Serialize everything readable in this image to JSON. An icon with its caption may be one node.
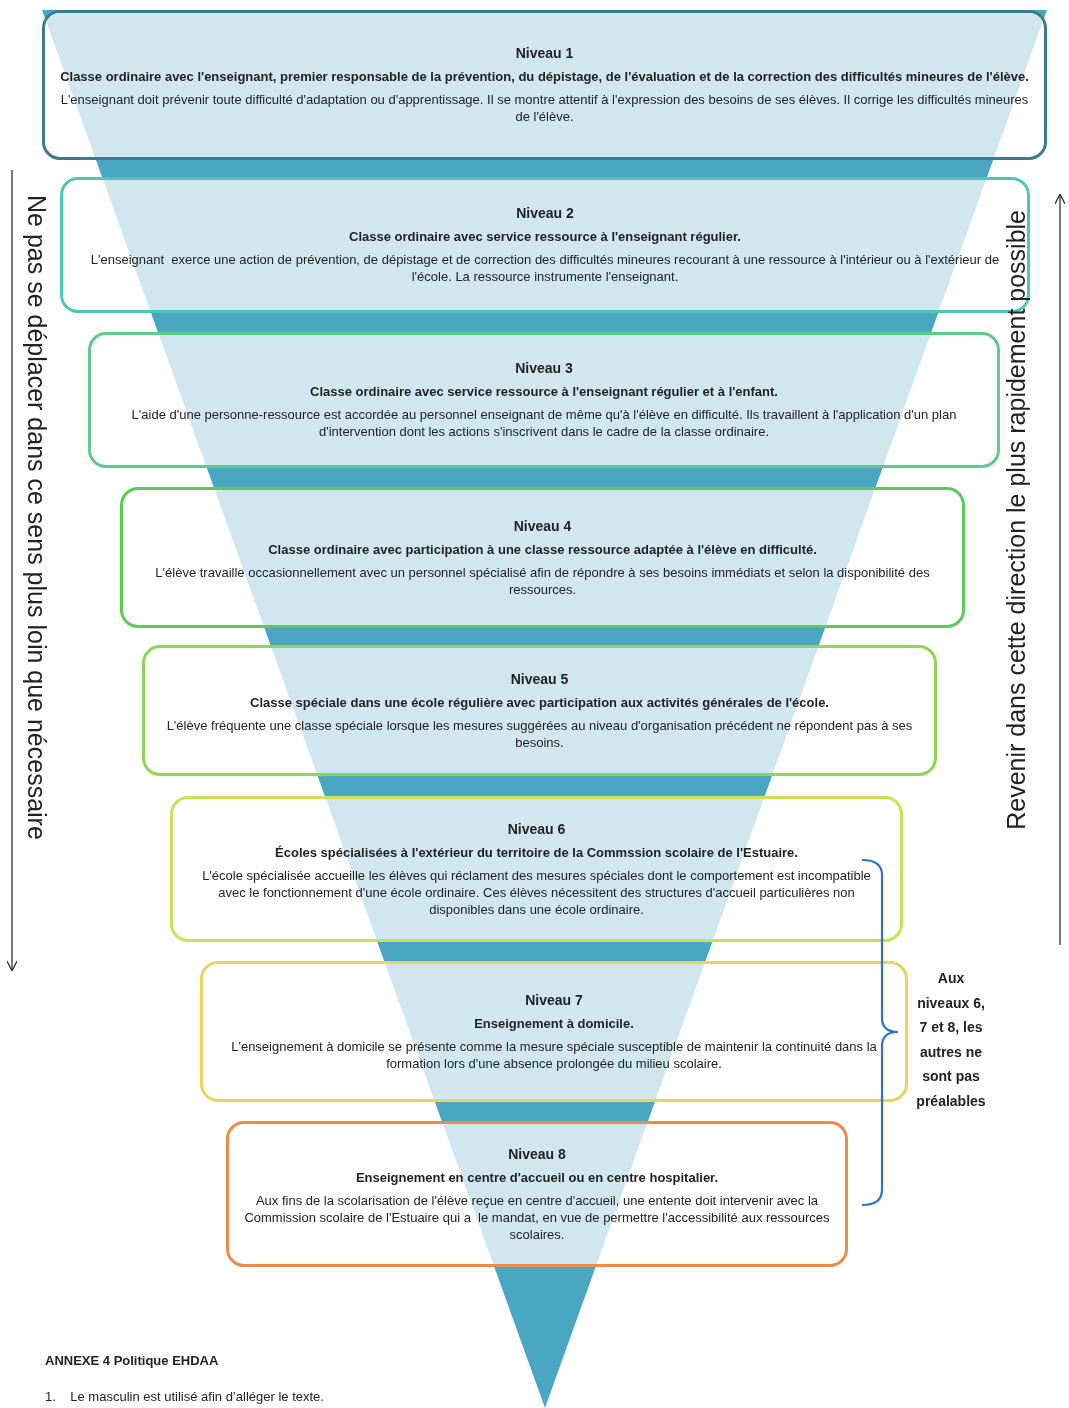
{
  "diagram": {
    "nodes": [
      {
        "text": [
          "Niveau 1",
          "Classe ordinaire avec l'enseignant, premier responsable de la prévention, du dépistage, de l'évaluation et de la correction des difficultés mineures de l'élève.",
          "L'enseignant doit prévenir toute difficulté d'adaptation ou d'apprentissage. Il se montre attentif à l'expression des besoins de ses élèves. Il corrige les difficultés mineures de l'élève."
        ]
      },
      {
        "text": [
          "Niveau 2",
          "Classe ordinaire avec service ressource à l'enseignant régulier.",
          "L'enseignant  exerce une action de prévention, de dépistage et de correction des difficultés mineures recourant à une ressource à l'intérieur ou à l'extérieur de l'école. La ressource instrumente l'enseignant."
        ]
      },
      {
        "text": [
          "Niveau 3",
          "Classe ordinaire avec service ressource à l'enseignant régulier et à l'enfant.",
          "L'aide d'une personne-ressource est accordée au personnel enseignant de même qu'à l'élève en difficulté. Ils travaillent à l'application d'un plan d'intervention dont les actions s'inscrivent dans le cadre de la classe ordinaire."
        ]
      },
      {
        "text": [
          "Niveau 4",
          "Classe ordinaire avec participation à une classe ressource adaptée à l'élève en difficulté.",
          "L'élève travaille occasionnellement avec un personnel spécialisé afin de répondre à ses besoins immédiats et selon la disponibilité des ressources."
        ]
      },
      {
        "text": [
          "Niveau 5",
          "Classe spéciale dans une école régulière avec participation aux activités générales de l'école.",
          "L'élève fréquente une classe spéciale lorsque les mesures suggérées au niveau d'organisation précédent ne répondent pas à ses besoins."
        ]
      },
      {
        "text": [
          "Niveau 6",
          "Écoles spécialisées à l'extérieur du territoire de la Commssion scolaire de l'Estuaire.",
          "L'école spécialisée accueille les élèves qui réclament des mesures spéciales dont le comportement est incompatible avec le fonctionnement d'une école ordinaire. Ces élèves nécessitent des structures d'accueil particulières non disponibles dans une école ordinaire."
        ]
      },
      {
        "text": [
          "Niveau 7",
          "Enseignement à domicile.",
          "L'enseignement à domicile se présente comme la mesure spéciale susceptible de maintenir la continuité dans la formation lors d'une absence prolongée du milieu scolaire."
        ]
      },
      {
        "text": [
          "Niveau 8",
          "Enseignement en centre d'accueil ou en centre hospitalier.",
          "Aux fins de la scolarisation de l'élève reçue en centre d'accueil, une entente doit intervenir avec la Commission scolaire de l'Estuaire qui a  le mandat, en vue de permettre l'accessibilité aux ressources scolaires."
        ]
      }
    ],
    "edges": [],
    "labels": [
      "Ne pas se déplacer dans ce sens plus loin que nécessaire",
      "Revenir dans cette direction le plus rapidement possible",
      "Aux niveaux 6, 7 et 8,  les autres ne sont pas préalables",
      "ANNEXE 4 Politique EHDAA",
      "1.    Le masculin est utilisé afin d’alléger le texte."
    ]
  }
}
